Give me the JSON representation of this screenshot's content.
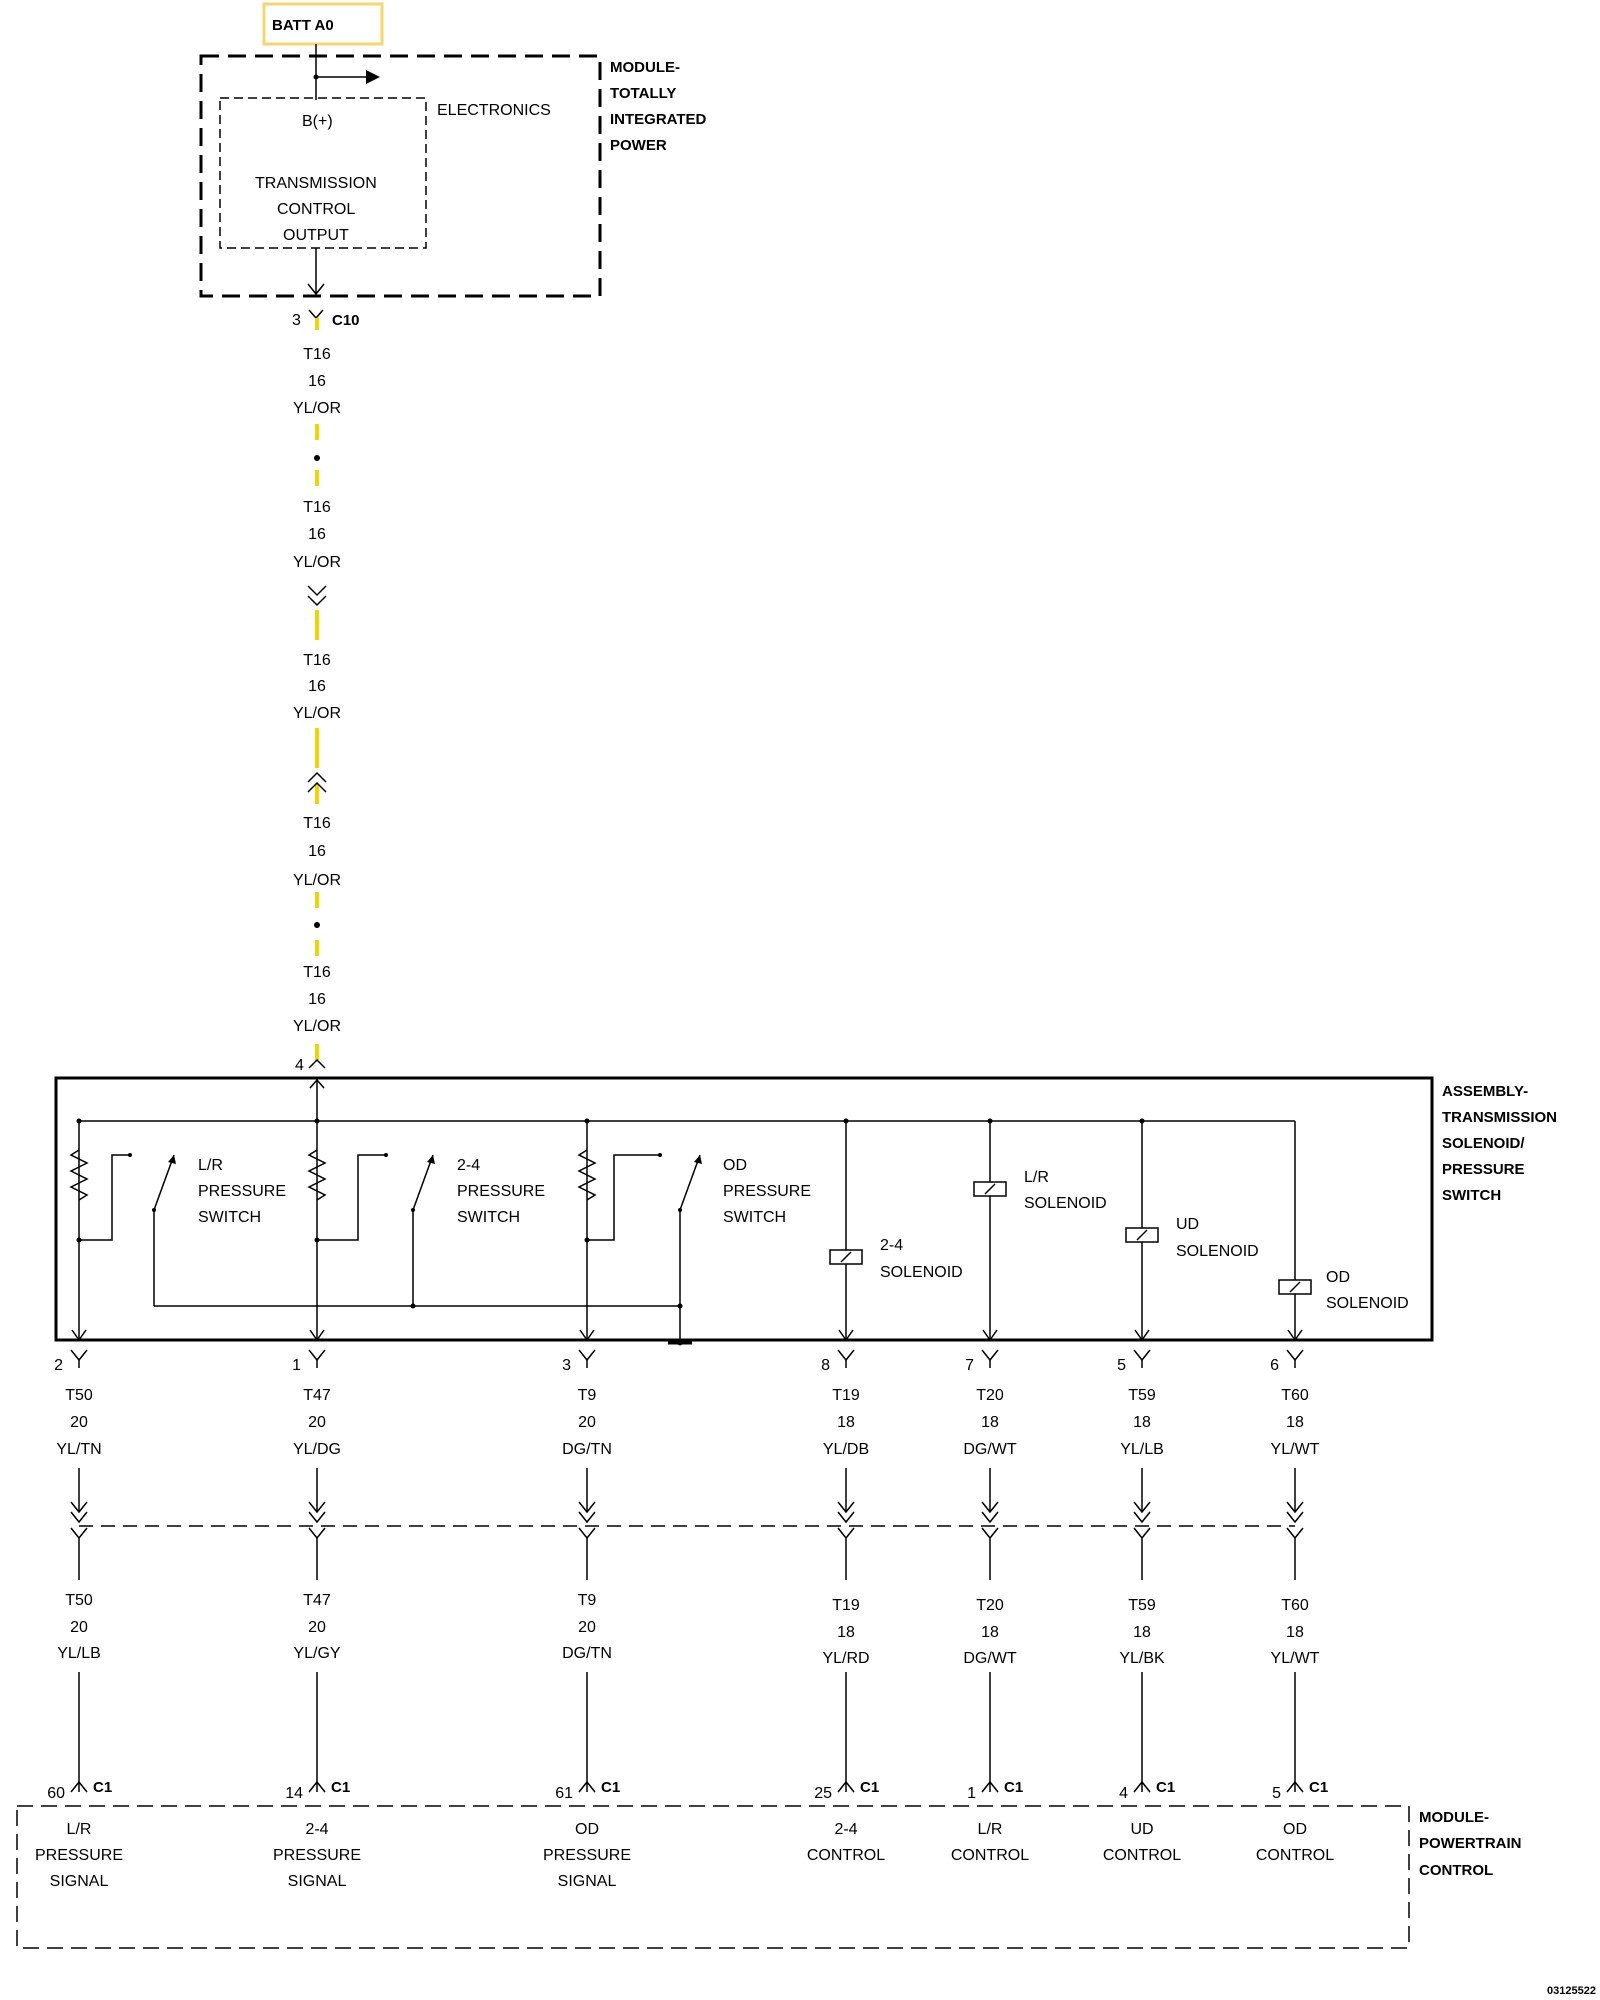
{
  "batt": "BATT A0",
  "tipm": {
    "title": [
      "MODULE-",
      "TOTALLY",
      "INTEGRATED",
      "POWER"
    ],
    "electronics": "ELECTRONICS",
    "bplus": "B(+)",
    "output": [
      "TRANSMISSION",
      "CONTROL",
      "OUTPUT"
    ],
    "pin": "3",
    "connector": "C10"
  },
  "feed_segments": [
    [
      "T16",
      "16",
      "YL/OR"
    ],
    [
      "T16",
      "16",
      "YL/OR"
    ],
    [
      "T16",
      "16",
      "YL/OR"
    ],
    [
      "T16",
      "16",
      "YL/OR"
    ],
    [
      "T16",
      "16",
      "YL/OR"
    ]
  ],
  "assembly": {
    "title": [
      "ASSEMBLY-",
      "TRANSMISSION",
      "SOLENOID/",
      "PRESSURE",
      "SWITCH"
    ],
    "input_pin": "4",
    "switches": [
      [
        "L/R",
        "PRESSURE",
        "SWITCH"
      ],
      [
        "2-4",
        "PRESSURE",
        "SWITCH"
      ],
      [
        "OD",
        "PRESSURE",
        "SWITCH"
      ]
    ],
    "solenoids": [
      [
        "2-4",
        "SOLENOID"
      ],
      [
        "L/R",
        "SOLENOID"
      ],
      [
        "UD",
        "SOLENOID"
      ],
      [
        "OD",
        "SOLENOID"
      ]
    ]
  },
  "circuits": [
    {
      "pin": "2",
      "upper": [
        "T50",
        "20",
        "YL/TN"
      ],
      "lower": [
        "T50",
        "20",
        "YL/LB"
      ],
      "pcm_pin": "60",
      "pcm_label": [
        "L/R",
        "PRESSURE",
        "SIGNAL"
      ]
    },
    {
      "pin": "1",
      "upper": [
        "T47",
        "20",
        "YL/DG"
      ],
      "lower": [
        "T47",
        "20",
        "YL/GY"
      ],
      "pcm_pin": "14",
      "pcm_label": [
        "2-4",
        "PRESSURE",
        "SIGNAL"
      ]
    },
    {
      "pin": "3",
      "upper": [
        "T9",
        "20",
        "DG/TN"
      ],
      "lower": [
        "T9",
        "20",
        "DG/TN"
      ],
      "pcm_pin": "61",
      "pcm_label": [
        "OD",
        "PRESSURE",
        "SIGNAL"
      ]
    },
    {
      "pin": "8",
      "upper": [
        "T19",
        "18",
        "YL/DB"
      ],
      "lower": [
        "T19",
        "18",
        "YL/RD"
      ],
      "pcm_pin": "25",
      "pcm_label": [
        "2-4",
        "CONTROL"
      ]
    },
    {
      "pin": "7",
      "upper": [
        "T20",
        "18",
        "DG/WT"
      ],
      "lower": [
        "T20",
        "18",
        "DG/WT"
      ],
      "pcm_pin": "1",
      "pcm_label": [
        "L/R",
        "CONTROL"
      ]
    },
    {
      "pin": "5",
      "upper": [
        "T59",
        "18",
        "YL/LB"
      ],
      "lower": [
        "T59",
        "18",
        "YL/BK"
      ],
      "pcm_pin": "4",
      "pcm_label": [
        "UD",
        "CONTROL"
      ]
    },
    {
      "pin": "6",
      "upper": [
        "T60",
        "18",
        "YL/WT"
      ],
      "lower": [
        "T60",
        "18",
        "YL/WT"
      ],
      "pcm_pin": "5",
      "pcm_label": [
        "OD",
        "CONTROL"
      ]
    }
  ],
  "pcm": {
    "connector": "C1",
    "title": [
      "MODULE-",
      "POWERTRAIN",
      "CONTROL"
    ]
  },
  "figure_id": "03125522",
  "colors": {
    "feed_wire": "#f2d400",
    "batt_box": "#f5d76e",
    "line": "#000000"
  }
}
